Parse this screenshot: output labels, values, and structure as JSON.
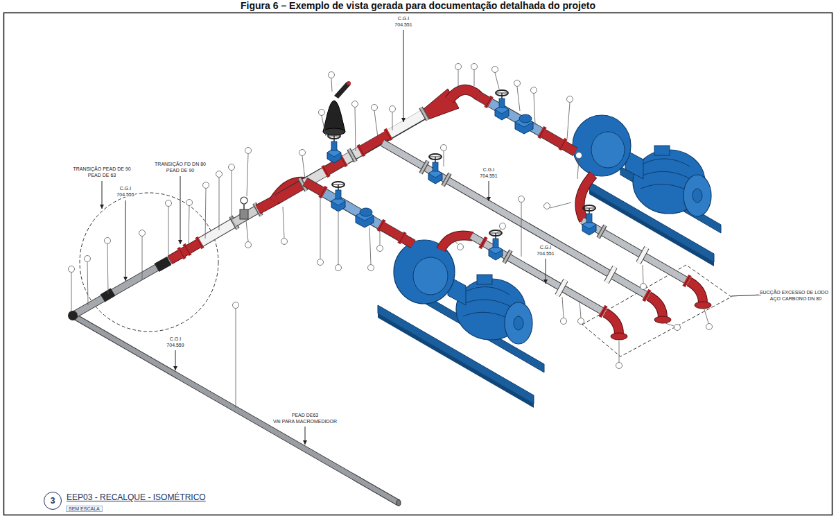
{
  "diagram": {
    "title": "Figura 6 – Exemplo de vista gerada para documentação detalhada do projeto",
    "nodes": [
      {
        "text": [
          "3"
        ]
      }
    ],
    "labels": [
      "TRANSIÇÃO PEAD DE 90",
      "PEAD DE 63",
      "TRANSIÇÃO FD DN 80",
      "PEAD DE 90",
      "C.G.I",
      "704.555",
      "C.G.I",
      "704.551",
      "C.G.I",
      "704.551",
      "C.G.I",
      "704.551",
      "SUCÇÃO EXCESSO DE LODO",
      "AÇO CARBONO DN 80",
      "C.G.I",
      "704.559",
      "PEAD DE63",
      "VAI PARA MACROMEDIDOR",
      "EEP03 - RECALQUE - ISOMÉTRICO",
      "SEM ESCALA"
    ]
  }
}
